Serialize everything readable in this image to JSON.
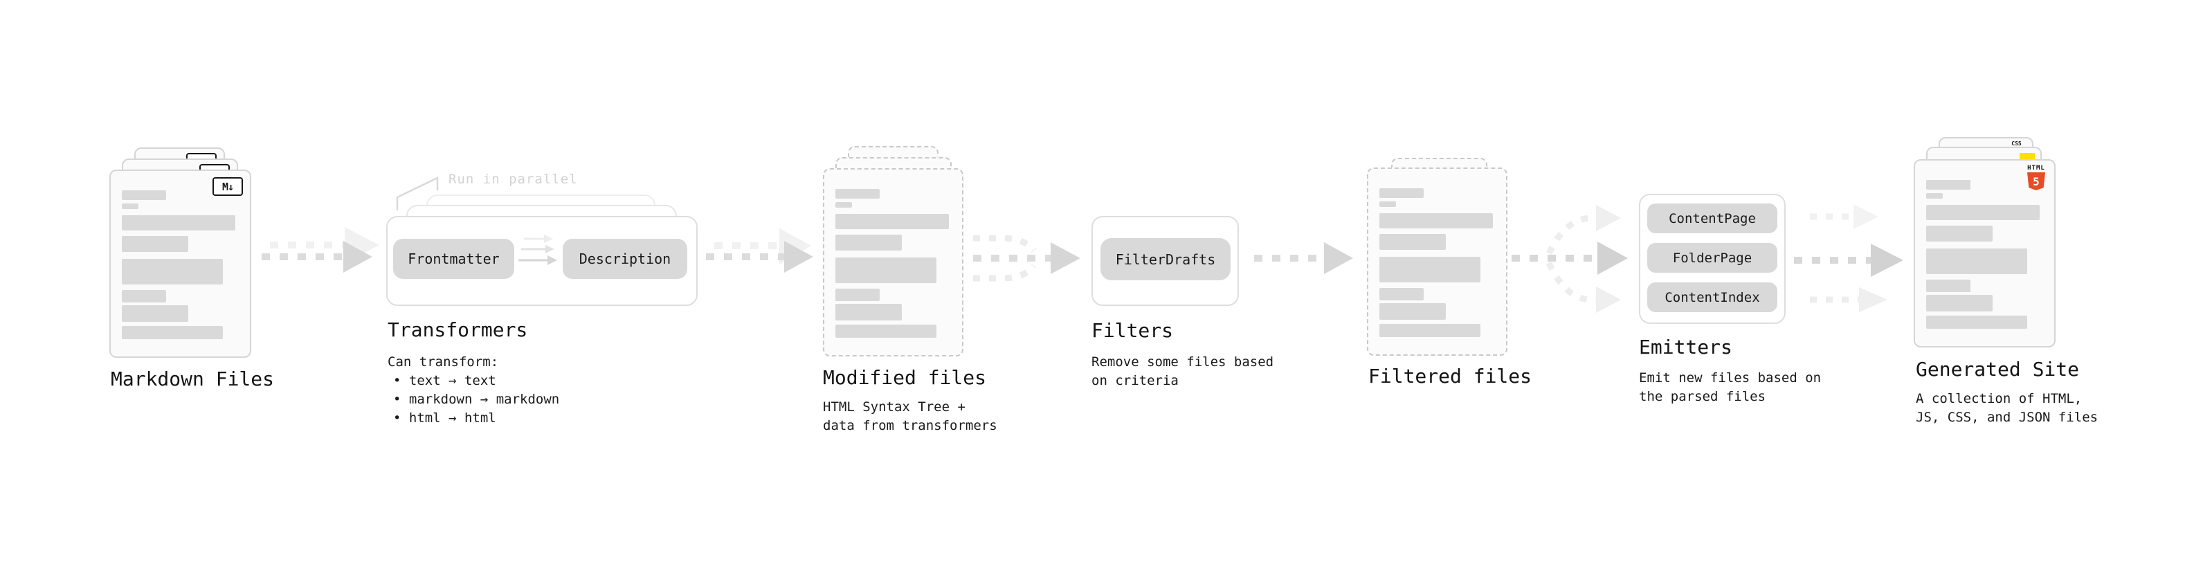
{
  "markdown_files": {
    "label": "Markdown Files",
    "badge": "M↓",
    "icon": "markdown-icon"
  },
  "transformers": {
    "note": "Run in parallel",
    "frontmatter": "Frontmatter",
    "description": "Description",
    "title": "Transformers",
    "heading": "Can transform:",
    "bullets": [
      "• text → text",
      "• markdown → markdown",
      "• html → html"
    ]
  },
  "modified_files": {
    "title": "Modified files",
    "desc1": "HTML Syntax Tree +",
    "desc2": "data from transformers"
  },
  "filters": {
    "button": "FilterDrafts",
    "title": "Filters",
    "desc1": "Remove some files based",
    "desc2": "on criteria"
  },
  "filtered_files": {
    "title": "Filtered files"
  },
  "emitters": {
    "buttons": [
      "ContentPage",
      "FolderPage",
      "ContentIndex"
    ],
    "title": "Emitters",
    "desc1": "Emit new files based on",
    "desc2": "the parsed files"
  },
  "generated_site": {
    "title": "Generated Site",
    "desc1": "A collection of HTML,",
    "desc2": "JS, CSS, and JSON files",
    "html_label": "HTML",
    "html_number": "5",
    "css_label": "CSS"
  },
  "colors": {
    "bar_gray": "#d9d9d9",
    "arrow_gray": "#dcdcdc",
    "html5_orange": "#e44d26",
    "js_yellow": "#ffde00",
    "css_blue": "#2b62e8"
  }
}
